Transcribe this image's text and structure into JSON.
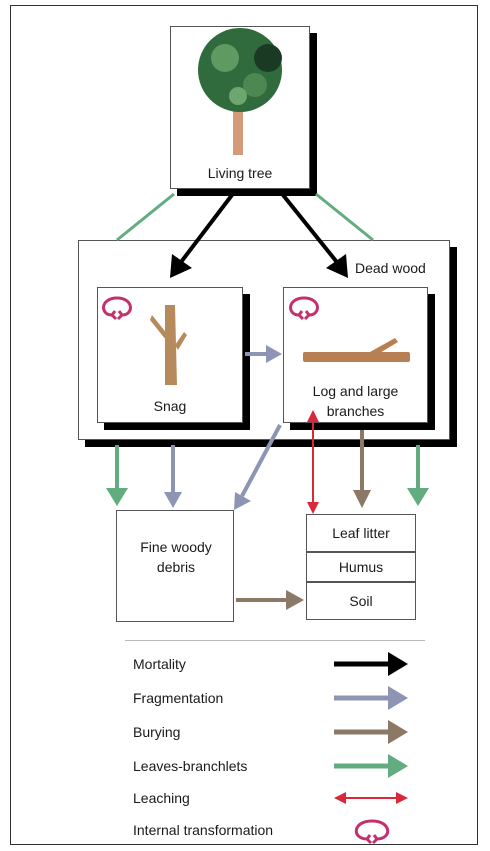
{
  "nodes": {
    "living_tree": "Living tree",
    "dead_wood": "Dead wood",
    "snag": "Snag",
    "log": "Log and large branches",
    "fine_woody_debris": "Fine woody debris",
    "leaf_litter": "Leaf litter",
    "humus": "Humus",
    "soil": "Soil"
  },
  "legend": [
    {
      "label": "Mortality",
      "color": "#000000",
      "style": "arrow"
    },
    {
      "label": "Fragmentation",
      "color": "#8e94b3",
      "style": "arrow"
    },
    {
      "label": "Burying",
      "color": "#8b7866",
      "style": "arrow"
    },
    {
      "label": "Leaves-branchlets",
      "color": "#62ad7f",
      "style": "arrow"
    },
    {
      "label": "Leaching",
      "color": "#d8283a",
      "style": "double-arrow"
    },
    {
      "label": "Internal transformation",
      "color": "#c4306e",
      "style": "loop"
    }
  ]
}
